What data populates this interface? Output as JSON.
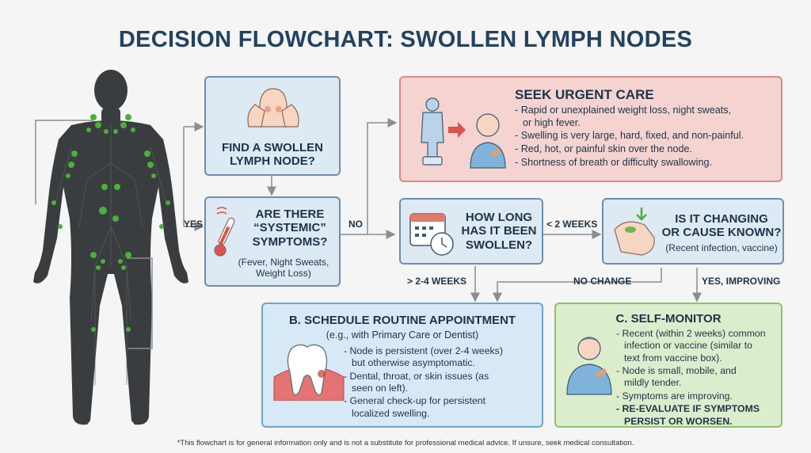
{
  "title": "DECISION FLOWCHART: SWOLLEN LYMPH NODES",
  "nodes": {
    "find": {
      "label_lines": [
        "FIND A SWOLLEN",
        "LYMPH NODE?"
      ]
    },
    "systemic": {
      "label_lines": [
        "ARE THERE",
        "“SYSTEMIC”",
        "SYMPTOMS?"
      ],
      "sub_lines": [
        "(Fever, Night Sweats,",
        "Weight Loss)"
      ]
    },
    "howlong": {
      "label_lines": [
        "HOW LONG",
        "HAS IT BEEN",
        "SWOLLEN?"
      ]
    },
    "changing": {
      "label_lines": [
        "IS IT CHANGING",
        "OR CAUSE KNOWN?"
      ],
      "sub": "(Recent infection, vaccine)"
    },
    "urgent": {
      "title": "SEEK URGENT CARE",
      "bullets": [
        [
          "- Rapid or unexplained weight loss, night sweats,",
          "  or high fever."
        ],
        [
          "- Swelling is very large, hard, fixed, and non-painful."
        ],
        [
          "- Red, hot, or painful skin over the node."
        ],
        [
          "- Shortness of breath or difficulty swallowing."
        ]
      ]
    },
    "schedule": {
      "title": "B. SCHEDULE ROUTINE APPOINTMENT",
      "subtitle": "(e.g., with Primary Care or Dentist)",
      "bullets": [
        [
          "- Node is persistent (over 2-4 weeks)",
          "  but otherwise asymptomatic."
        ],
        [
          "- Dental, throat, or skin issues (as",
          "  seen on left)."
        ],
        [
          "- General check-up for persistent",
          "  localized swelling."
        ]
      ]
    },
    "selfmonitor": {
      "title": "C. SELF-MONITOR",
      "bullets": [
        [
          "- Recent (within 2 weeks) common",
          "  infection or vaccine (similar to",
          "  text from vaccine box)."
        ],
        [
          "- Node is small, mobile, and",
          "  mildly tender."
        ],
        [
          "- Symptoms are improving."
        ]
      ],
      "emphasis": [
        "- RE-EVALUATE IF SYMPTOMS",
        "  PERSIST OR WORSEN."
      ]
    }
  },
  "edges": {
    "yes": "YES",
    "no": "NO",
    "lt2": "< 2 WEEKS",
    "gt24": "> 2-4 WEEKS",
    "nochange": "NO CHANGE",
    "improving": "YES, IMPROVING"
  },
  "footnote": "*This flowchart is for general information only and is not a substitute for professional medical advice. If unsure, seek medical consultation.",
  "colors": {
    "accent_green": "#4caf3a",
    "body": "#3a3d3f",
    "arrow": "#8a8f93"
  }
}
